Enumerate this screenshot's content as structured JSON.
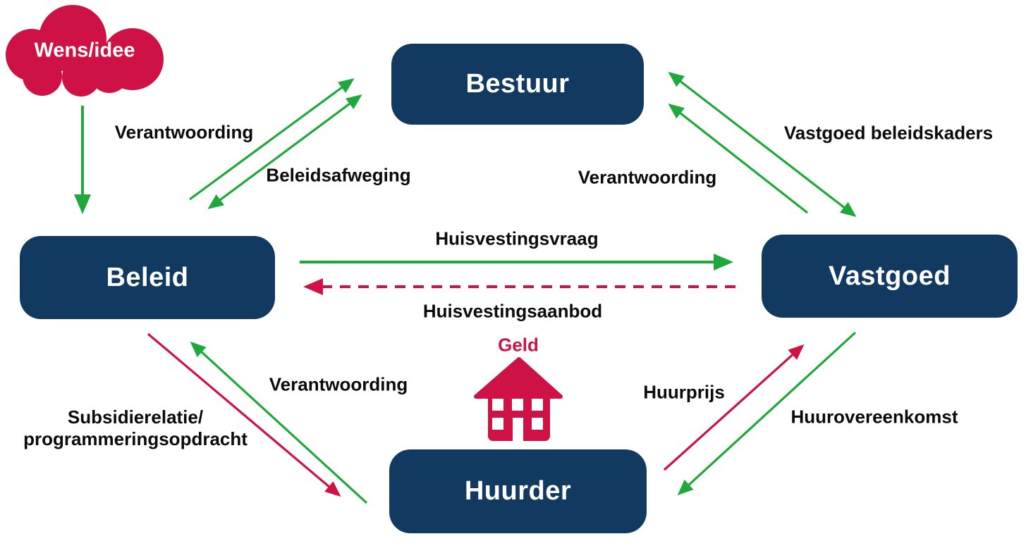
{
  "colors": {
    "navy": "#123A61",
    "red": "#CE1245",
    "green": "#1FA83C",
    "label_text": "#0b0b0b"
  },
  "nodes": {
    "bestuur": {
      "label": "Bestuur"
    },
    "beleid": {
      "label": "Beleid"
    },
    "vastgoed": {
      "label": "Vastgoed"
    },
    "huurder": {
      "label": "Huurder"
    }
  },
  "cloud": {
    "label": "Wens/idee"
  },
  "house": {
    "label": "Geld"
  },
  "edges": {
    "verantwoording_left": "Verantwoording",
    "beleidsafweging": "Beleidsafweging",
    "verantwoording_right": "Verantwoording",
    "vastgoed_beleidskaders": "Vastgoed beleidskaders",
    "huisvestingsvraag": "Huisvestingsvraag",
    "huisvestingsaanbod": "Huisvestingsaanbod",
    "verantwoording_bottom": "Verantwoording",
    "subsidierelatie_line1": "Subsidierelatie/",
    "subsidierelatie_line2": "programmeringsopdracht",
    "huurprijs": "Huurprijs",
    "huurovereenkomst": "Huurovereenkomst"
  }
}
